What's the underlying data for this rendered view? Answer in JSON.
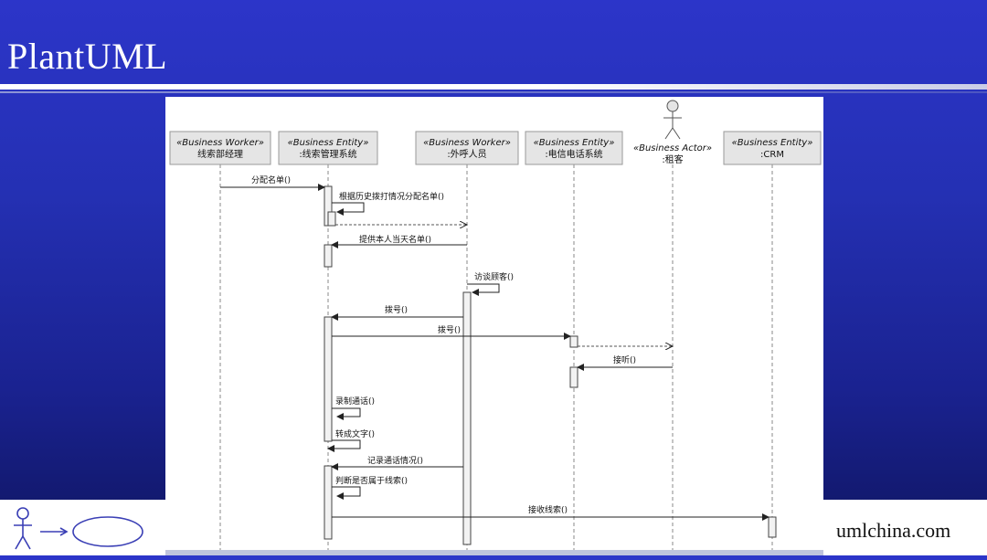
{
  "slide": {
    "title": "PlantUML",
    "site": "umlchina.com"
  },
  "colors": {
    "background": "#2430b3",
    "participant_fill": "#e5e5e5",
    "activation_fill": "#f2f2f2",
    "line": "#333333"
  },
  "participants": [
    {
      "id": "p1",
      "stereotype": "«Business Worker»",
      "name": "线索部经理"
    },
    {
      "id": "p2",
      "stereotype": "«Business Entity»",
      "name": ":线索管理系统"
    },
    {
      "id": "p3",
      "stereotype": "«Business Worker»",
      "name": ":外呼人员"
    },
    {
      "id": "p4",
      "stereotype": "«Business Entity»",
      "name": ":电信电话系统"
    },
    {
      "id": "p5",
      "stereotype": "«Business Actor»",
      "name": ":租客",
      "actor": true
    },
    {
      "id": "p6",
      "stereotype": "«Business Entity»",
      "name": ":CRM"
    }
  ],
  "messages": [
    {
      "label": "分配名单()"
    },
    {
      "label": "根据历史拨打情况分配名单()"
    },
    {
      "label": ""
    },
    {
      "label": "提供本人当天名单()"
    },
    {
      "label": "访谈顾客()"
    },
    {
      "label": "拨号()"
    },
    {
      "label": "拨号()"
    },
    {
      "label": ""
    },
    {
      "label": "接听()"
    },
    {
      "label": "录制通话()"
    },
    {
      "label": "转成文字()"
    },
    {
      "label": "记录通话情况()"
    },
    {
      "label": "判断是否属于线索()"
    },
    {
      "label": "接收线索()"
    }
  ]
}
